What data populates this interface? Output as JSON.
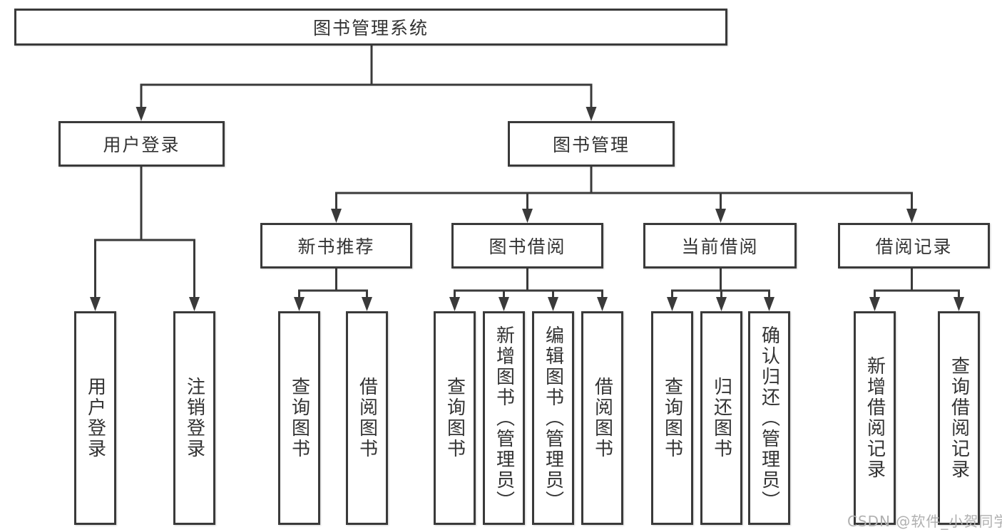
{
  "diagram": {
    "type": "hierarchy-tree",
    "root": {
      "label": "图书管理系统",
      "children": [
        {
          "label": "用户登录",
          "children": [
            {
              "label": "用户登录"
            },
            {
              "label": "注销登录"
            }
          ]
        },
        {
          "label": "图书管理",
          "children": [
            {
              "label": "新书推荐",
              "children": [
                {
                  "label": "查询图书"
                },
                {
                  "label": "借阅图书"
                }
              ]
            },
            {
              "label": "图书借阅",
              "children": [
                {
                  "label": "查询图书"
                },
                {
                  "label": "新增图书（管理员）"
                },
                {
                  "label": "编辑图书（管理员）"
                },
                {
                  "label": "借阅图书"
                }
              ]
            },
            {
              "label": "当前借阅",
              "children": [
                {
                  "label": "查询图书"
                },
                {
                  "label": "归还图书"
                },
                {
                  "label": "确认归还（管理员）"
                }
              ]
            },
            {
              "label": "借阅记录",
              "children": [
                {
                  "label": "新增借阅记录"
                },
                {
                  "label": "查询借阅记录"
                }
              ]
            }
          ]
        }
      ]
    },
    "colors": {
      "line": "#3a3a3a",
      "box_border": "#3a3a3a",
      "box_fill": "#ffffff",
      "text": "#333333",
      "watermark_text": "#b0b0b0",
      "background": "#ffffff"
    }
  },
  "watermark": "CSDN @软件_小贺同学"
}
